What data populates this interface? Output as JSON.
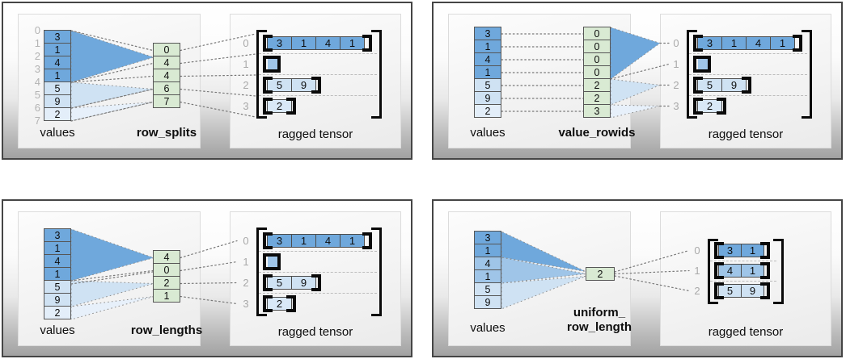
{
  "colors": {
    "dark_blue": "#6fa8dc",
    "mid_blue": "#9fc5e8",
    "light_blue": "#cfe2f3",
    "pale_blue": "#e3eef9",
    "green": "#d9ead3",
    "index_gray": "#b3b3b3",
    "panel_border": "#454545"
  },
  "panels": [
    {
      "name": "row_splits",
      "values_label": "values",
      "partition_label": "row_splits",
      "tensor_label": "ragged tensor",
      "values": [
        "3",
        "1",
        "4",
        "1",
        "5",
        "9",
        "2"
      ],
      "value_indices": [
        "0",
        "1",
        "2",
        "3",
        "4",
        "5",
        "6",
        "7"
      ],
      "partition": [
        "0",
        "4",
        "4",
        "6",
        "7"
      ],
      "row_indices": [
        "0",
        "1",
        "2",
        "3"
      ],
      "rows": [
        [
          "3",
          "1",
          "4",
          "1"
        ],
        [],
        [
          "5",
          "9"
        ],
        [
          "2"
        ]
      ]
    },
    {
      "name": "value_rowids",
      "values_label": "values",
      "partition_label": "value_rowids",
      "tensor_label": "ragged tensor",
      "values": [
        "3",
        "1",
        "4",
        "1",
        "5",
        "9",
        "2"
      ],
      "partition": [
        "0",
        "0",
        "0",
        "0",
        "2",
        "2",
        "3"
      ],
      "row_indices": [
        "0",
        "1",
        "2",
        "3"
      ],
      "rows": [
        [
          "3",
          "1",
          "4",
          "1"
        ],
        [],
        [
          "5",
          "9"
        ],
        [
          "2"
        ]
      ]
    },
    {
      "name": "row_lengths",
      "values_label": "values",
      "partition_label": "row_lengths",
      "tensor_label": "ragged tensor",
      "values": [
        "3",
        "1",
        "4",
        "1",
        "5",
        "9",
        "2"
      ],
      "partition": [
        "4",
        "0",
        "2",
        "1"
      ],
      "row_indices": [
        "0",
        "1",
        "2",
        "3"
      ],
      "rows": [
        [
          "3",
          "1",
          "4",
          "1"
        ],
        [],
        [
          "5",
          "9"
        ],
        [
          "2"
        ]
      ]
    },
    {
      "name": "uniform_row_length",
      "values_label": "values",
      "partition_label_line1": "uniform_",
      "partition_label_line2": "row_length",
      "tensor_label": "ragged tensor",
      "values": [
        "3",
        "1",
        "4",
        "1",
        "5",
        "9"
      ],
      "partition": [
        "2"
      ],
      "row_indices": [
        "0",
        "1",
        "2"
      ],
      "rows": [
        [
          "3",
          "1"
        ],
        [
          "4",
          "1"
        ],
        [
          "5",
          "9"
        ]
      ]
    }
  ]
}
